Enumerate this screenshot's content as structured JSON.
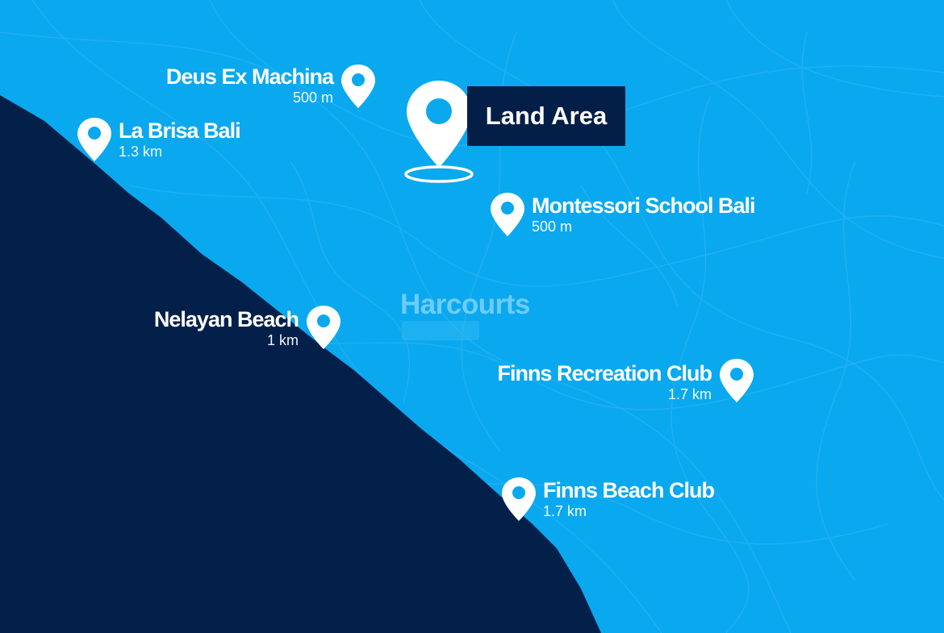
{
  "colors": {
    "land": "#0aa8ef",
    "sea": "#03204a",
    "label_bg": "#041f47",
    "pin": "#ffffff",
    "pin_dot": "#0aa8ef"
  },
  "main_pin": {
    "label": "Land Area",
    "icon": "map-pin-icon"
  },
  "watermark": {
    "brand": "Harcourts"
  },
  "pois": [
    {
      "name": "Deus Ex Machina",
      "distance": "500 m",
      "icon": "map-pin-icon"
    },
    {
      "name": "La Brisa Bali",
      "distance": "1.3 km",
      "icon": "map-pin-icon"
    },
    {
      "name": "Montessori School Bali",
      "distance": "500 m",
      "icon": "map-pin-icon"
    },
    {
      "name": "Nelayan Beach",
      "distance": "1 km",
      "icon": "map-pin-icon"
    },
    {
      "name": "Finns Recreation Club",
      "distance": "1.7 km",
      "icon": "map-pin-icon"
    },
    {
      "name": "Finns Beach Club",
      "distance": "1.7 km",
      "icon": "map-pin-icon"
    }
  ]
}
